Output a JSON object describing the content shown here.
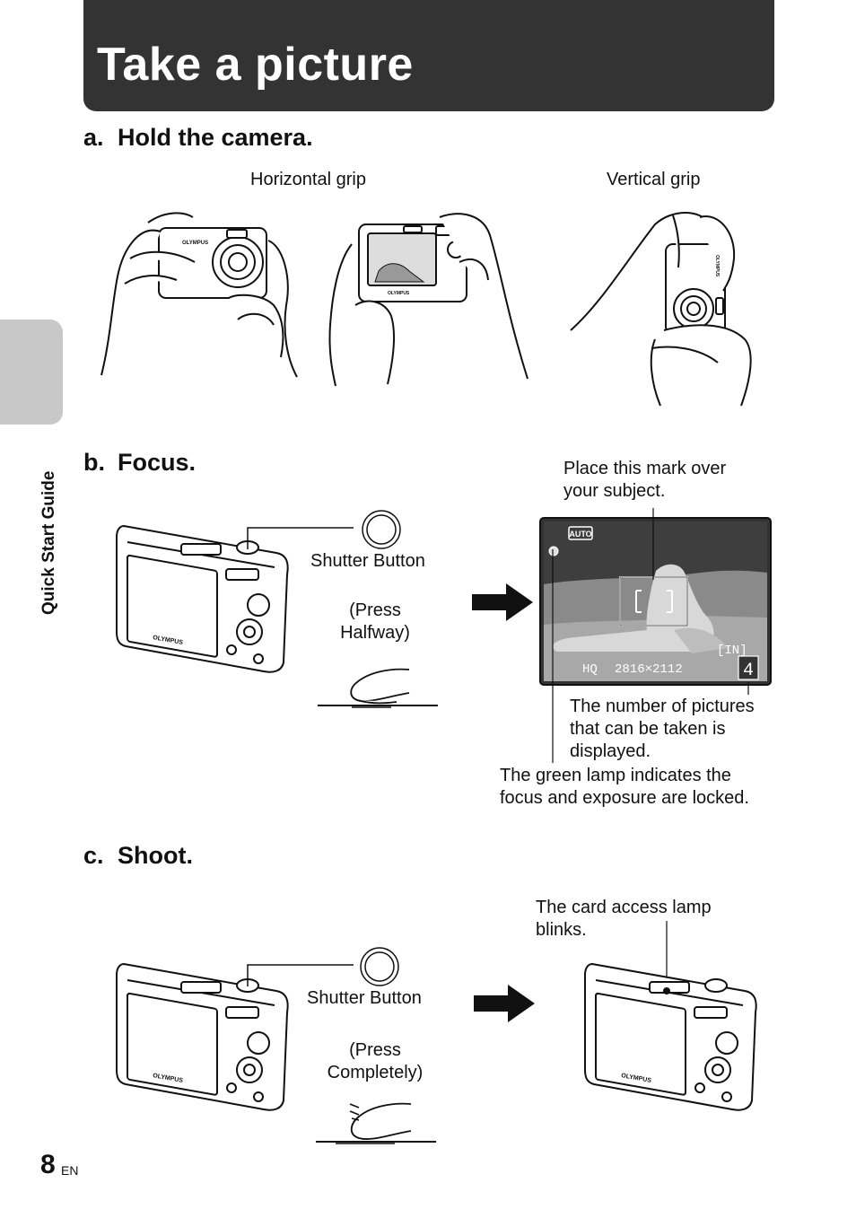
{
  "title": "Take a picture",
  "side_tab_label": "Quick Start Guide",
  "sections": {
    "a": {
      "letter": "a.",
      "heading": "Hold the camera."
    },
    "b": {
      "letter": "b.",
      "heading": "Focus."
    },
    "c": {
      "letter": "c.",
      "heading": "Shoot."
    }
  },
  "grips": {
    "horizontal": "Horizontal grip",
    "vertical": "Vertical grip"
  },
  "focus": {
    "shutter_label": "Shutter Button",
    "press_line1": "(Press",
    "press_line2": "Halfway)",
    "mark_note_line1": "Place this mark over",
    "mark_note_line2": "your subject.",
    "count_note_line1": "The number of pictures",
    "count_note_line2": "that can be taken is",
    "count_note_line3": "displayed.",
    "lamp_note_line1": "The green lamp indicates the",
    "lamp_note_line2": "focus and exposure are locked.",
    "lcd_mode": "AUTO",
    "lcd_quality": "HQ",
    "lcd_resolution": "2816×2112",
    "lcd_memory": "[IN]",
    "lcd_count": "4"
  },
  "shoot": {
    "shutter_label": "Shutter Button",
    "press_line1": "(Press",
    "press_line2": "Completely)",
    "card_note_line1": "The card access lamp",
    "card_note_line2": "blinks."
  },
  "camera_brand": "OLYMPUS",
  "page_number": "8",
  "page_lang": "EN"
}
